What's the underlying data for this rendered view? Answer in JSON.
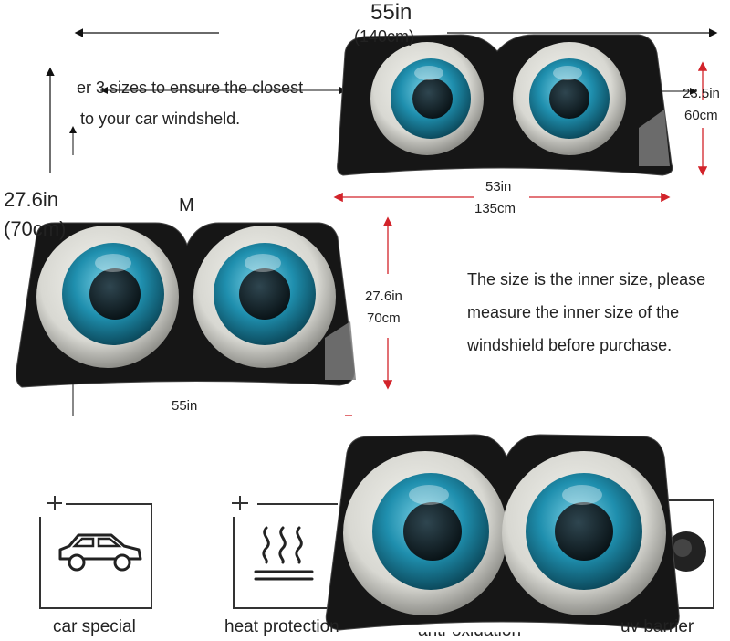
{
  "dimensions": {
    "top_width_in": "55in",
    "top_width_cm_partial": "(140cm)",
    "top_inner_width_in": "53in",
    "top_inner_width_cm": "135cm",
    "top_height_in": "23.5in",
    "top_height_cm": "60cm",
    "left_height_in": "27.6in",
    "left_height_cm_partial": "(70cm)",
    "middle_label": "M",
    "middle_height_in": "27.6in",
    "middle_height_cm": "70cm",
    "middle_width_in": "55in"
  },
  "info_text": {
    "line1_partial": "er 3 sizes to ensure the closest",
    "line2_partial": "to your car windsheld.",
    "note_lines": [
      "The size is the inner size, please",
      "measure the inner size of the",
      "windshield before purchase."
    ]
  },
  "features": [
    {
      "label": "car special",
      "icon": "car-icon"
    },
    {
      "label": "heat protection",
      "icon": "heat-waves-icon"
    },
    {
      "label": "anti-oxidation",
      "icon": "shield-icon"
    },
    {
      "label": "uv barrier",
      "icon": "sun-icon"
    }
  ],
  "colors": {
    "shade_black": "#141414",
    "iris_blue": "#1f8fae",
    "eye_white": "#e6e6e0",
    "arrow_red": "#d2232a"
  }
}
